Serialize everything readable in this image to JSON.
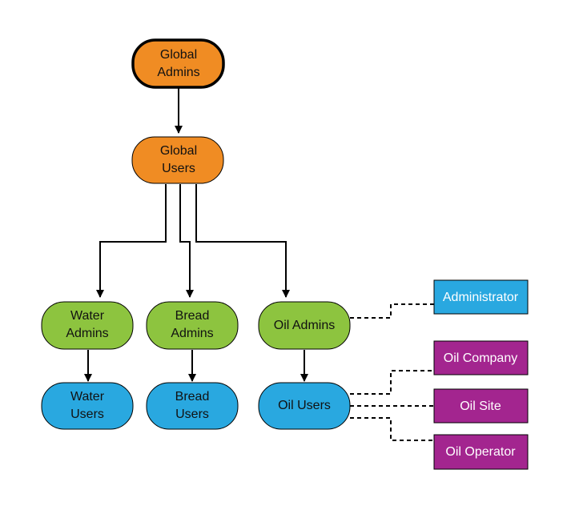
{
  "colors": {
    "global": "#F08C23",
    "admins": "#8DC43F",
    "users": "#29A8E0",
    "role_blue": "#29A8E0",
    "role_purple": "#A3258F",
    "stroke": "#000000",
    "background": "#FFFFFF"
  },
  "nodes": {
    "global_admins": {
      "line1": "Global",
      "line2": "Admins"
    },
    "global_users": {
      "line1": "Global",
      "line2": "Users"
    },
    "water_admins": {
      "line1": "Water",
      "line2": "Admins"
    },
    "bread_admins": {
      "line1": "Bread",
      "line2": "Admins"
    },
    "oil_admins": {
      "label": "Oil Admins"
    },
    "water_users": {
      "line1": "Water",
      "line2": "Users"
    },
    "bread_users": {
      "line1": "Bread",
      "line2": "Users"
    },
    "oil_users": {
      "label": "Oil Users"
    }
  },
  "roles": {
    "administrator": "Administrator",
    "oil_company": "Oil Company",
    "oil_site": "Oil Site",
    "oil_operator": "Oil Operator"
  }
}
